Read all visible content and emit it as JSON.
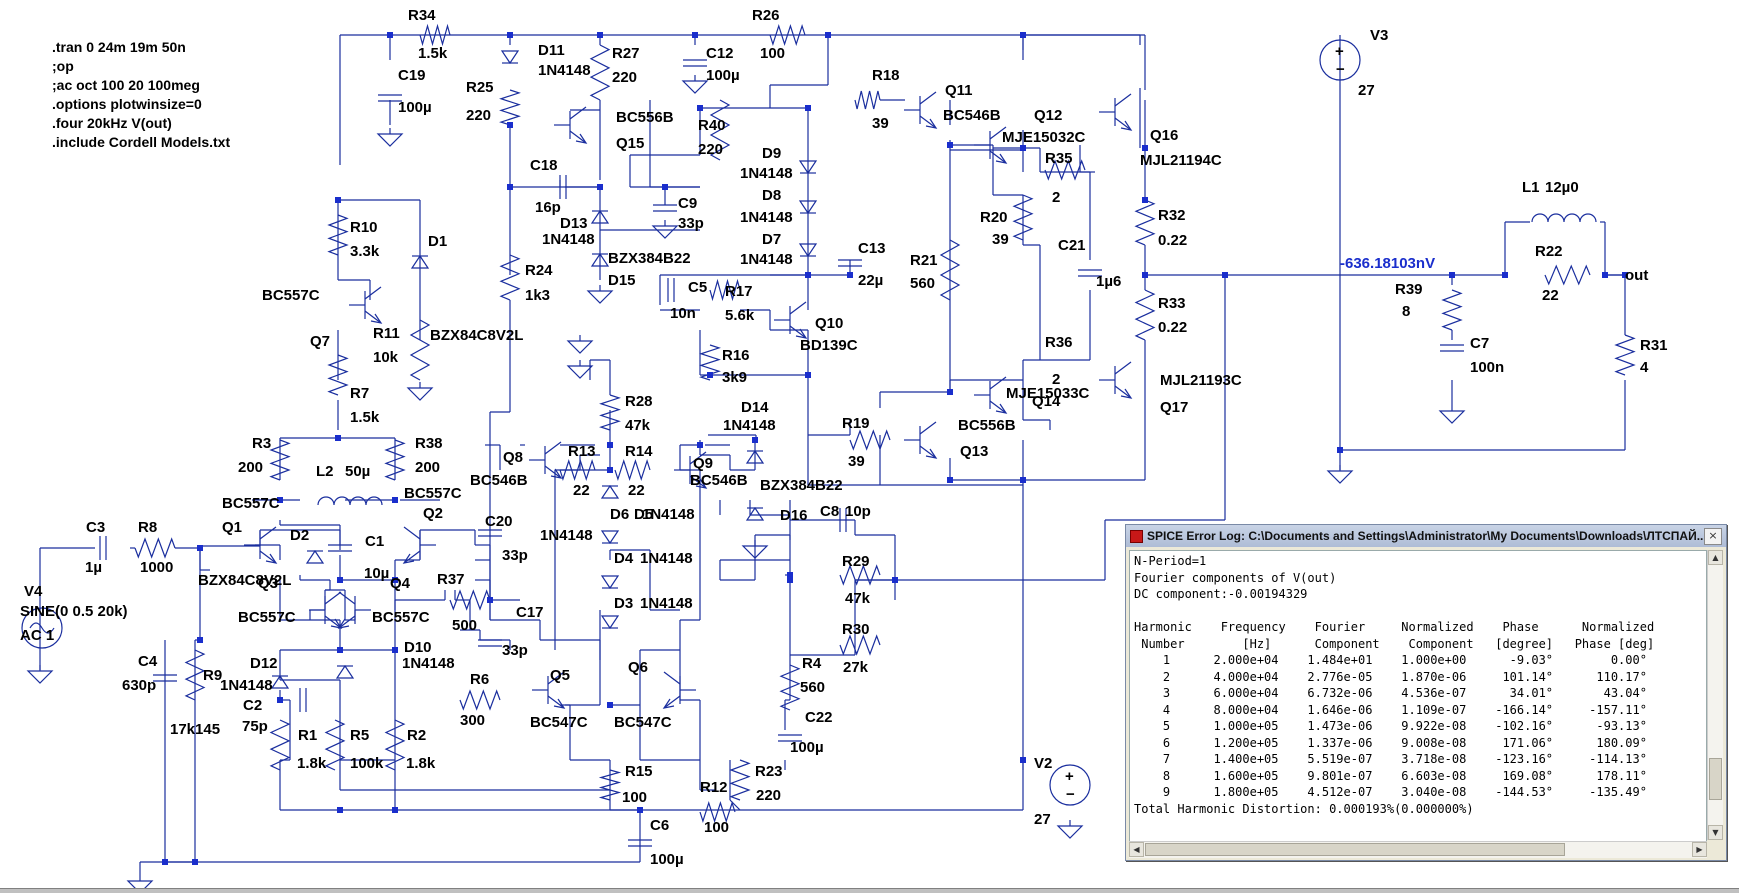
{
  "directives": [
    ".tran 0 24m 19m 50n",
    ";op",
    ";ac oct 100 20 100meg",
    ".options plotwinsize=0",
    ".four 20kHz V(out)",
    ".include Cordell Models.txt"
  ],
  "components": {
    "R34": {
      "name": "R34",
      "value": "1.5k"
    },
    "R26": {
      "name": "R26",
      "value": "100"
    },
    "C19": {
      "name": "C19",
      "value": "100µ"
    },
    "D11": {
      "name": "D11",
      "value": "1N4148"
    },
    "R27": {
      "name": "R27",
      "value": "220"
    },
    "C12": {
      "name": "C12",
      "value": "100µ"
    },
    "R25": {
      "name": "R25",
      "value": "220"
    },
    "Q15": {
      "name": "Q15",
      "value": "BC556B"
    },
    "R40": {
      "name": "R40",
      "value": "220"
    },
    "C18": {
      "name": "C18",
      "value": "16p"
    },
    "D13": {
      "name": "D13",
      "value": "1N4148"
    },
    "C9": {
      "name": "C9",
      "value": "33p"
    },
    "D15": {
      "name": "D15",
      "value": "BZX384B22"
    },
    "D9": {
      "name": "D9",
      "value": "1N4148"
    },
    "D8": {
      "name": "D8",
      "value": "1N4148"
    },
    "D7": {
      "name": "D7",
      "value": "1N4148"
    },
    "R18": {
      "name": "R18",
      "value": "39"
    },
    "Q11": {
      "name": "Q11",
      "value": "BC546B"
    },
    "Q12": {
      "name": "Q12",
      "value": "MJE15032C"
    },
    "Q16": {
      "name": "Q16",
      "value": "MJL21194C"
    },
    "R35": {
      "name": "R35",
      "value": "2"
    },
    "R20": {
      "name": "R20",
      "value": "39"
    },
    "C21": {
      "name": "C21",
      "value": "1µ6"
    },
    "R32": {
      "name": "R32",
      "value": "0.22"
    },
    "R33": {
      "name": "R33",
      "value": "0.22"
    },
    "C13": {
      "name": "C13",
      "value": "22µ"
    },
    "R21": {
      "name": "R21",
      "value": "560"
    },
    "R10": {
      "name": "R10",
      "value": "3.3k"
    },
    "D1": {
      "name": "D1",
      "value": "BZX84C8V2L"
    },
    "R24": {
      "name": "R24",
      "value": "1k3"
    },
    "C5": {
      "name": "C5",
      "value": "10n"
    },
    "R17": {
      "name": "R17",
      "value": "5.6k"
    },
    "Q10": {
      "name": "Q10",
      "value": "BD139C"
    },
    "Q7": {
      "name": "Q7",
      "value": "BC557C"
    },
    "R11": {
      "name": "R11",
      "value": "10k"
    },
    "R16": {
      "name": "R16",
      "value": "3k9"
    },
    "R36": {
      "name": "R36",
      "value": "2"
    },
    "Q14": {
      "name": "Q14",
      "value": "MJE15033C"
    },
    "Q17": {
      "name": "Q17",
      "value": "MJL21193C"
    },
    "R7": {
      "name": "R7",
      "value": "1.5k"
    },
    "R28": {
      "name": "R28",
      "value": "47k"
    },
    "D14": {
      "name": "D14",
      "value": "1N4148"
    },
    "R19": {
      "name": "R19",
      "value": "39"
    },
    "Q13": {
      "name": "Q13",
      "value": "BC556B"
    },
    "R3": {
      "name": "R3",
      "value": "200"
    },
    "R38": {
      "name": "R38",
      "value": "200"
    },
    "L2": {
      "name": "L2",
      "value": "50µ"
    },
    "Q8": {
      "name": "Q8",
      "value": "BC546B"
    },
    "R13": {
      "name": "R13",
      "value": "22"
    },
    "R14": {
      "name": "R14",
      "value": "22"
    },
    "Q9": {
      "name": "Q9",
      "value": "BC546B"
    },
    "D16": {
      "name": "D16",
      "value": "BZX384B22"
    },
    "Q1": {
      "name": "Q1",
      "value": "BC557C"
    },
    "Q2": {
      "name": "Q2",
      "value": "BC557C"
    },
    "D2": {
      "name": "D2",
      "value": "BZX84C8V2L"
    },
    "C1": {
      "name": "C1",
      "value": "10µ"
    },
    "D6": {
      "name": "D6",
      "value": "1N4148"
    },
    "D5": {
      "name": "D5",
      "value": "1N4148"
    },
    "C20": {
      "name": "C20",
      "value": "33p"
    },
    "C8": {
      "name": "C8",
      "value": "10p"
    },
    "C3": {
      "name": "C3",
      "value": "1µ"
    },
    "R8": {
      "name": "R8",
      "value": "1000"
    },
    "D4": {
      "name": "D4",
      "value": "1N4148"
    },
    "R29": {
      "name": "R29",
      "value": "47k"
    },
    "Q3": {
      "name": "Q3",
      "value": "BC557C"
    },
    "Q4": {
      "name": "Q4",
      "value": "BC557C"
    },
    "R37": {
      "name": "R37",
      "value": "500"
    },
    "D3": {
      "name": "D3",
      "value": "1N4148"
    },
    "C17": {
      "name": "C17",
      "value": "33p"
    },
    "R30": {
      "name": "R30",
      "value": "27k"
    },
    "C4": {
      "name": "C4",
      "value": "630p"
    },
    "R9": {
      "name": "R9",
      "value": "17k145"
    },
    "D12": {
      "name": "D12",
      "value": "1N4148"
    },
    "D10": {
      "name": "D10",
      "value": "1N4148"
    },
    "Q5": {
      "name": "Q5",
      "value": "BC547C"
    },
    "Q6": {
      "name": "Q6",
      "value": "BC547C"
    },
    "R4": {
      "name": "R4",
      "value": "560"
    },
    "R6": {
      "name": "R6",
      "value": "300"
    },
    "C2": {
      "name": "C2",
      "value": "75p"
    },
    "R1": {
      "name": "R1",
      "value": "1.8k"
    },
    "R5": {
      "name": "R5",
      "value": "100k"
    },
    "R2": {
      "name": "R2",
      "value": "1.8k"
    },
    "C22": {
      "name": "C22",
      "value": "100µ"
    },
    "R15": {
      "name": "R15",
      "value": "100"
    },
    "R23": {
      "name": "R23",
      "value": "220"
    },
    "R12": {
      "name": "R12",
      "value": "100"
    },
    "C6": {
      "name": "C6",
      "value": "100µ"
    },
    "L1": {
      "name": "L1",
      "value": "12µ0"
    },
    "R22": {
      "name": "R22",
      "value": "22"
    },
    "R39": {
      "name": "R39",
      "value": "8"
    },
    "C7": {
      "name": "C7",
      "value": "100n"
    },
    "R31": {
      "name": "R31",
      "value": "4"
    },
    "V3": {
      "name": "V3",
      "value": "27"
    },
    "V2": {
      "name": "V2",
      "value": "27"
    },
    "V4": {
      "name": "V4",
      "value": "SINE(0 0.5 20k)",
      "value2": "AC 1"
    }
  },
  "net_labels": {
    "out": "out",
    "node_voltage": "-636.18103nV"
  },
  "error_log": {
    "title": "SPICE Error Log: C:\\Documents and Settings\\Administrator\\My Documents\\Downloads\\ЛТСПАЙ...",
    "close_label": "×",
    "lines": [
      "N-Period=1",
      "Fourier components of V(out)",
      "DC component:-0.00194329",
      "",
      "Harmonic    Frequency    Fourier     Normalized    Phase      Normalized",
      " Number        [Hz]      Component    Component   [degree]   Phase [deg]",
      "    1      2.000e+04    1.484e+01    1.000e+00      -9.03°        0.00°",
      "    2      4.000e+04    2.776e-05    1.870e-06     101.14°      110.17°",
      "    3      6.000e+04    6.732e-06    4.536e-07      34.01°       43.04°",
      "    4      8.000e+04    1.646e-06    1.109e-07    -166.14°     -157.11°",
      "    5      1.000e+05    1.473e-06    9.922e-08    -102.16°      -93.13°",
      "    6      1.200e+05    1.337e-06    9.008e-08     171.06°      180.09°",
      "    7      1.400e+05    5.519e-07    3.718e-08    -123.16°     -114.13°",
      "    8      1.600e+05    9.801e-07    6.603e-08     169.08°      178.11°",
      "    9      1.800e+05    4.512e-07    3.040e-08    -144.53°     -135.49°",
      "Total Harmonic Distortion: 0.000193%(0.000000%)"
    ]
  }
}
